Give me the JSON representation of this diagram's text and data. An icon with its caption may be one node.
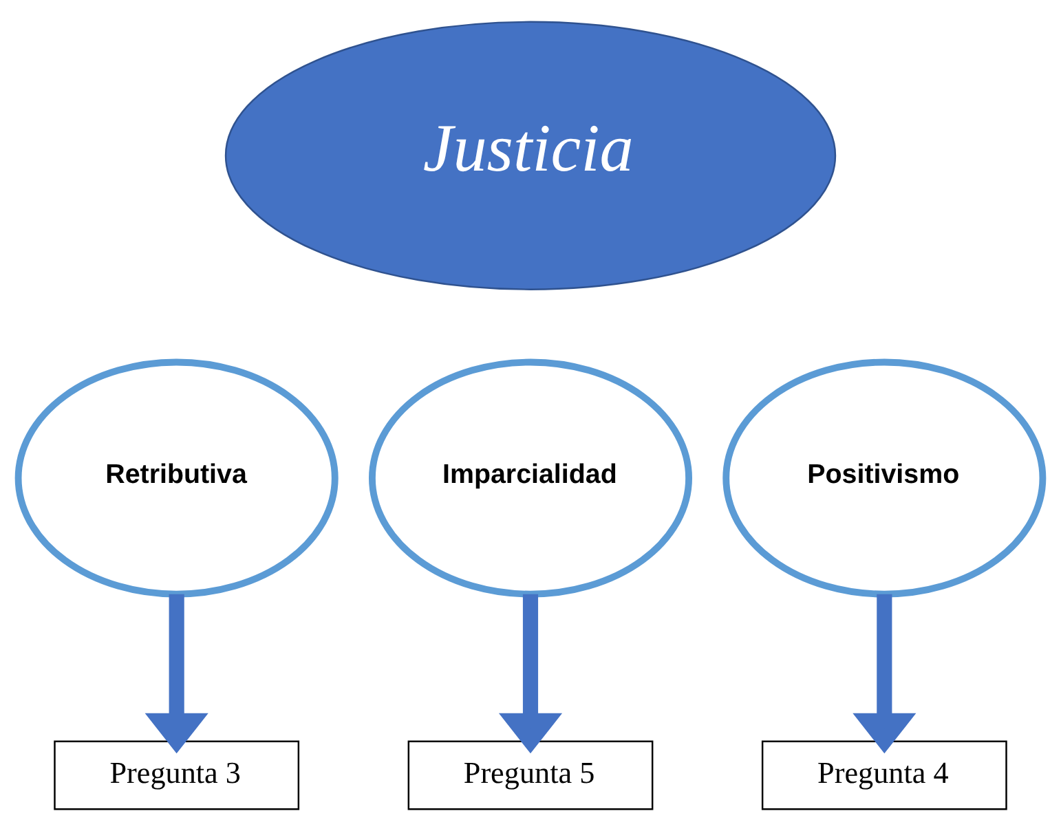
{
  "diagram": {
    "nodes": [
      {
        "text": [
          "Justicia"
        ]
      },
      {
        "text": [
          "Retributiva"
        ]
      },
      {
        "text": [
          "Imparcialidad"
        ]
      },
      {
        "text": [
          "Positivismo"
        ]
      },
      {
        "text": [
          "Pregunta 3"
        ]
      },
      {
        "text": [
          "Pregunta 5"
        ]
      },
      {
        "text": [
          "Pregunta 4"
        ]
      }
    ],
    "edges": [
      {
        "from": 1,
        "to": 4,
        "arrow": "to"
      },
      {
        "from": 2,
        "to": 5,
        "arrow": "to"
      },
      {
        "from": 3,
        "to": 6,
        "arrow": "to"
      }
    ]
  }
}
